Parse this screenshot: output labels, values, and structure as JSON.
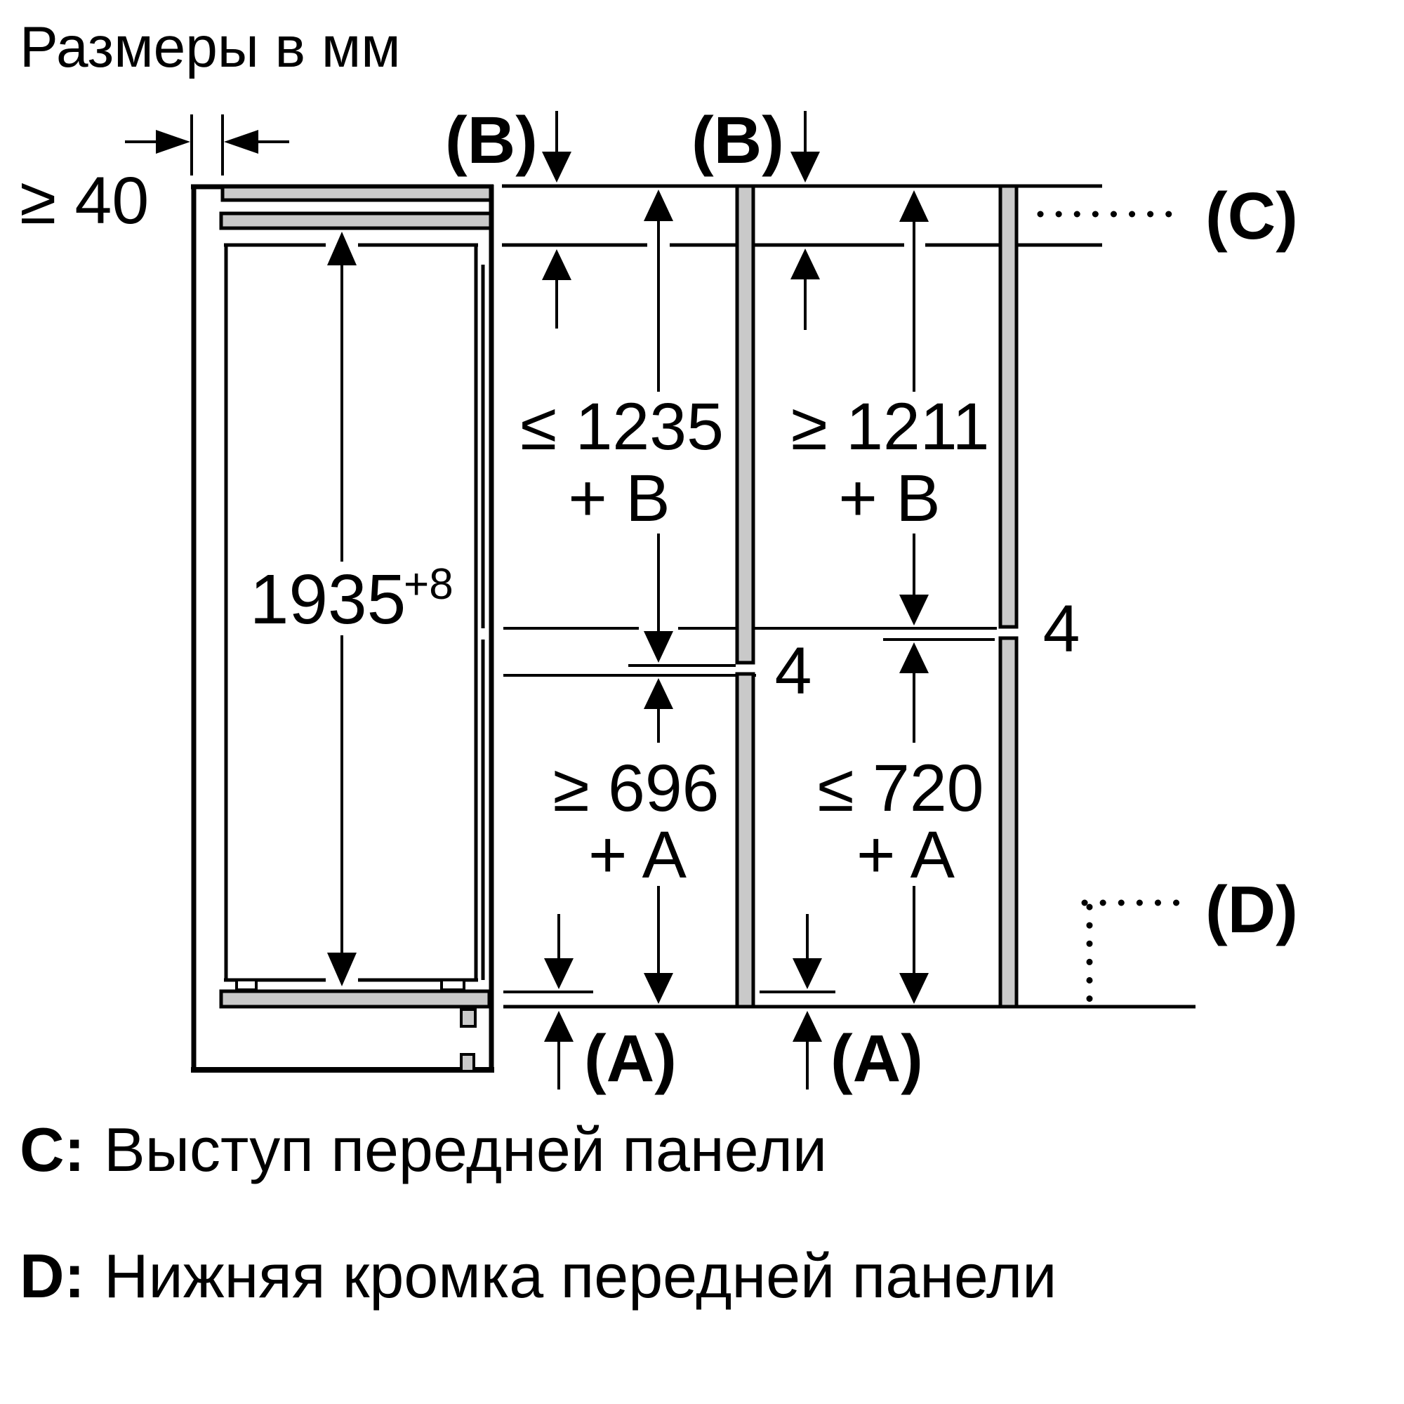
{
  "colors": {
    "ink": "#000000",
    "panel_gray": "#c9c9c9",
    "background": "#ffffff"
  },
  "title": "Размеры в мм",
  "dimensions": {
    "wall_gap": "≥ 40",
    "niche_height": "1935",
    "niche_height_tolerance": "+8",
    "top_panel_max": "≤ 1235",
    "top_panel_max_suffix": "+ B",
    "top_panel_min": "≥ 1211",
    "top_panel_min_suffix": "+ B",
    "bottom_panel_min": "≥ 696",
    "bottom_panel_min_suffix": "+ A",
    "bottom_panel_max": "≤ 720",
    "bottom_panel_max_suffix": "+ A",
    "panel_gap_middle": "4",
    "panel_gap_right": "4",
    "label_b_left": "(B)",
    "label_b_right": "(B)",
    "label_a_left": "(A)",
    "label_a_right": "(A)",
    "label_c": "(C)",
    "label_d": "(D)"
  },
  "legend": {
    "c_prefix": "C:",
    "c_text": "Выступ передней панели",
    "d_prefix": "D:",
    "d_text": "Нижняя кромка передней панели"
  }
}
